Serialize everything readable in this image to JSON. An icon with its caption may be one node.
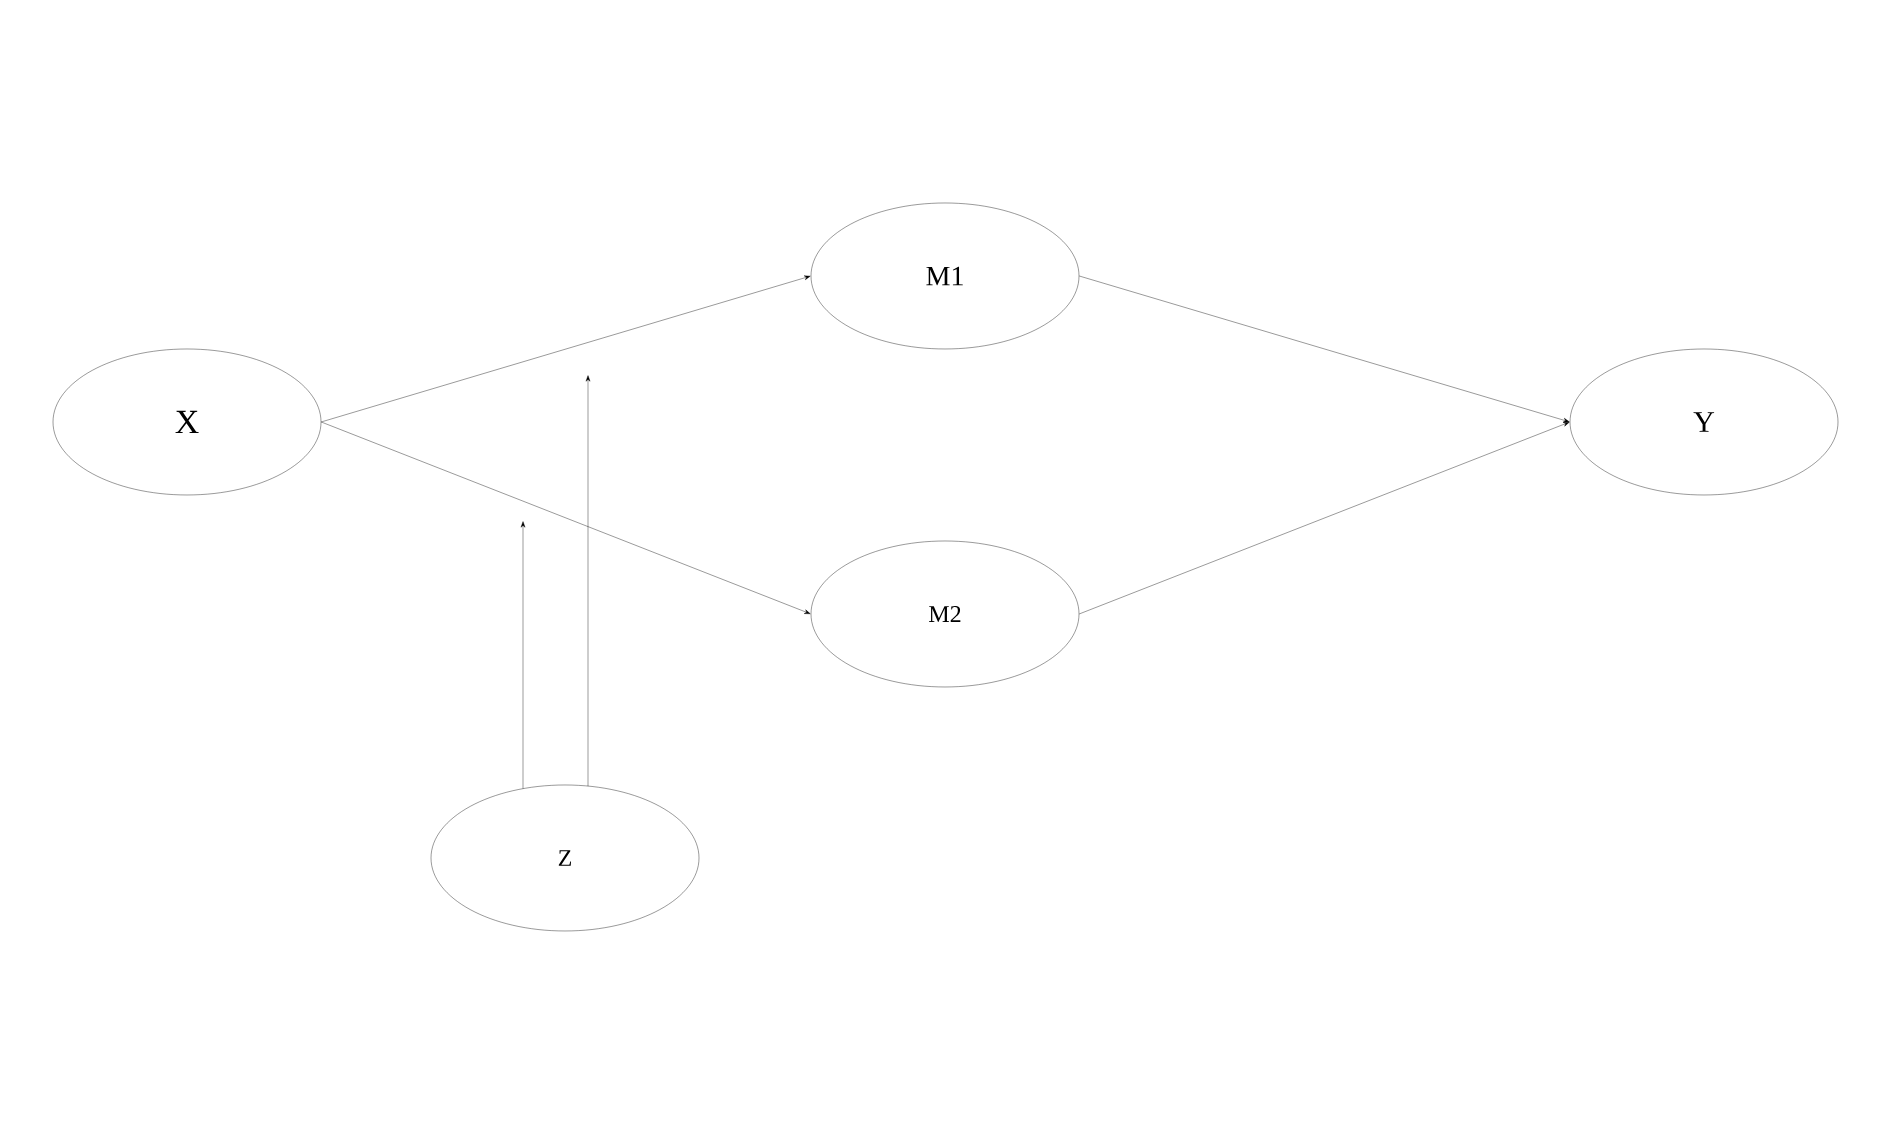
{
  "diagram": {
    "nodes": [
      {
        "text": [
          "X"
        ]
      },
      {
        "text": [
          "M1"
        ]
      },
      {
        "text": [
          "M2"
        ]
      },
      {
        "text": [
          "Y"
        ]
      },
      {
        "text": [
          "Z"
        ]
      }
    ],
    "edges": [
      {
        "from": 0,
        "to": 1,
        "arrow": "to"
      },
      {
        "from": 0,
        "to": 2,
        "arrow": "to"
      },
      {
        "from": 1,
        "to": 3,
        "arrow": "to"
      },
      {
        "from": 2,
        "to": 3,
        "arrow": "to"
      },
      {
        "from": 4,
        "to": null,
        "arrow": "to"
      },
      {
        "from": 4,
        "to": null,
        "arrow": "to"
      }
    ]
  }
}
